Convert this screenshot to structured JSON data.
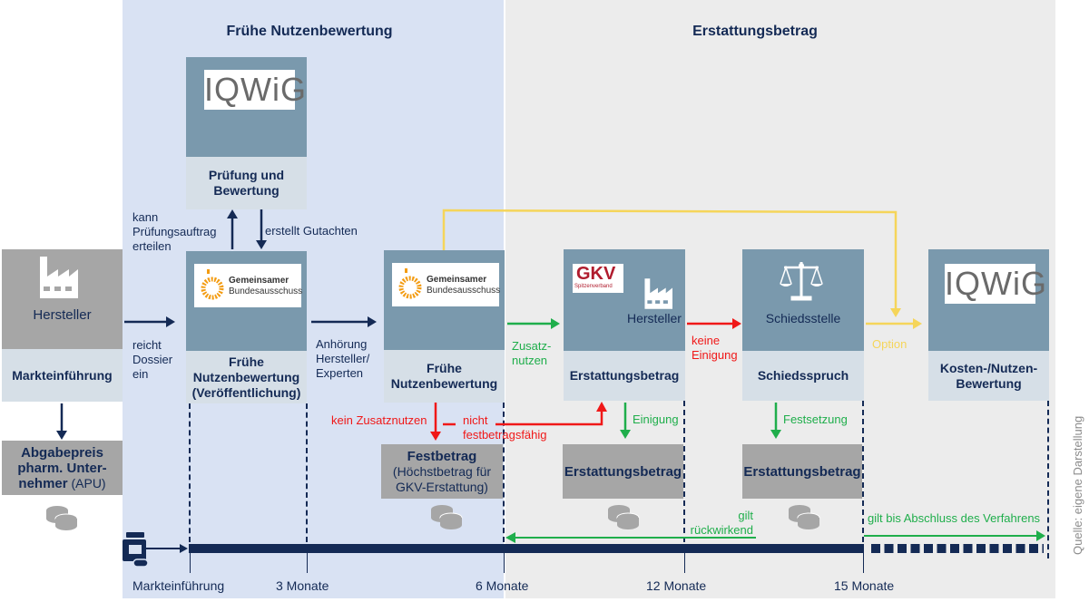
{
  "zones": {
    "early_benefit_title": "Frühe Nutzenbewertung",
    "reimbursement_title": "Erstattungsbetrag"
  },
  "manufacturer_box": {
    "label": "Hersteller",
    "caption": "Markteinführung",
    "icon": "factory-icon"
  },
  "apu_box": {
    "line1": "Abgabepreis",
    "line2": "pharm. Unter-",
    "line3_bold": "nehmer",
    "line3_rest": " (APU)",
    "icon": "coins-icon"
  },
  "iqwig_review_box": {
    "logo_text": "IQWiG",
    "caption_line1": "Prüfung und",
    "caption_line2": "Bewertung"
  },
  "gba_publication_box": {
    "logo_line1": "Gemeinsamer",
    "logo_line2": "Bundesausschuss",
    "caption_line1": "Frühe",
    "caption_line2": "Nutzenbewertung",
    "caption_line3": "(Veröffentlichung)"
  },
  "gba_assessment_box": {
    "logo_line1": "Gemeinsamer",
    "logo_line2": "Bundesausschuss",
    "caption_line1": "Frühe",
    "caption_line2": "Nutzenbewertung"
  },
  "negotiation_box": {
    "logo_text": "GKV",
    "logo_sub": "Spitzenverband",
    "party": "Hersteller",
    "caption": "Erstattungsbetrag"
  },
  "arbitration_box": {
    "label": "Schiedsstelle",
    "caption": "Schiedsspruch",
    "icon": "scales-icon"
  },
  "cost_benefit_box": {
    "logo_text": "IQWiG",
    "caption_line1": "Kosten-/Nutzen-",
    "caption_line2": "Bewertung"
  },
  "fixed_price_box": {
    "title": "Festbetrag",
    "line2": "(Höchstbetrag für",
    "line3": "GKV-Erstattung)"
  },
  "agreed_price_box": {
    "title": "Erstattungsbetrag"
  },
  "set_price_box": {
    "title": "Erstattungsbetrag"
  },
  "arrow_labels": {
    "can_order_1": "kann",
    "can_order_2": "Prüfungsauftrag",
    "can_order_3": "erteilen",
    "creates_report": "erstellt Gutachten",
    "submits_1": "reicht",
    "submits_2": "Dossier",
    "submits_3": "ein",
    "hearing_1": "Anhörung",
    "hearing_2": "Hersteller/",
    "hearing_3": "Experten",
    "added_benefit_1": "Zusatz-",
    "added_benefit_2": "nutzen",
    "no_agreement_1": "keine",
    "no_agreement_2": "Einigung",
    "option": "Option",
    "no_added_benefit": "kein Zusatznutzen",
    "not_fixable_1": "nicht",
    "not_fixable_2": "festbetragsfähig",
    "agreement": "Einigung",
    "determination": "Festsetzung",
    "retroactive_1": "gilt",
    "retroactive_2": "rückwirkend",
    "valid_until": "gilt bis Abschluss des Verfahrens"
  },
  "timeline": {
    "ticks": [
      "Markteinführung",
      "3 Monate",
      "6 Monate",
      "12 Monate",
      "15 Monate"
    ],
    "start_icon": "medicine-bottle-icon"
  },
  "source": "Quelle: eigene Darstellung",
  "colors": {
    "navy": "#142a55",
    "box_top": "#7a99ad",
    "box_bottom": "#d6dfe7",
    "green": "#1fae4b",
    "red": "#f01818",
    "yellow": "#f5d55a",
    "zone_blue": "#d9e2f3",
    "zone_grey": "#ececec"
  }
}
